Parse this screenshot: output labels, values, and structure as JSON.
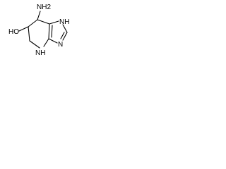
{
  "molecule": {
    "labels": {
      "nh2": "NH2",
      "nh_top": "NH",
      "ho": "HO",
      "n_imidazole": "N",
      "nh_bottom": "NH"
    },
    "bond_color": "#000000",
    "label_color": "#000000"
  }
}
